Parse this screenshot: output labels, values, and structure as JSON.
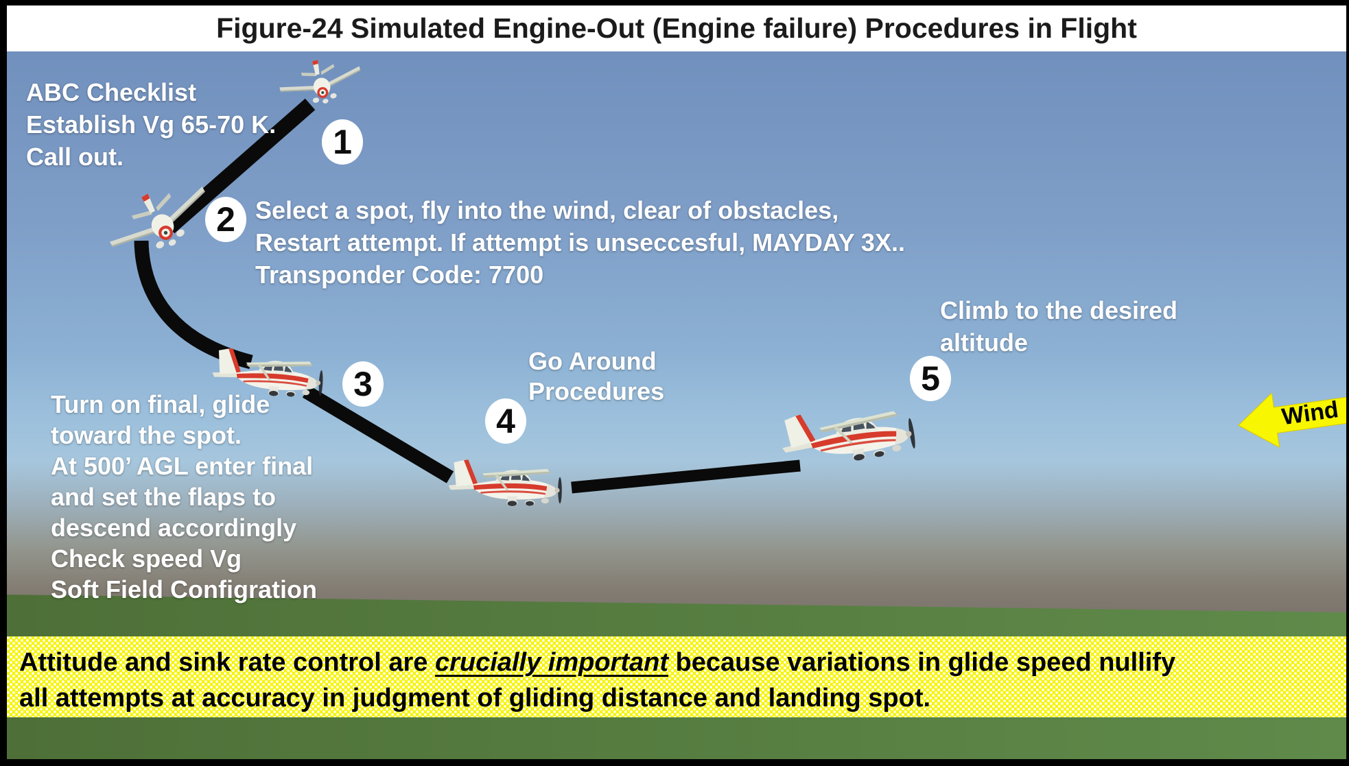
{
  "title": "Figure-24 Simulated Engine-Out (Engine failure) Procedures in Flight",
  "steps": [
    {
      "number": "1",
      "text": "ABC Checklist\nEstablish Vg 65-70 K.\nCall out."
    },
    {
      "number": "2",
      "text": "Select a spot, fly into the wind, clear of obstacles,\nRestart attempt. If attempt is unseccesful,  MAYDAY 3X..\nTransponder Code: 7700"
    },
    {
      "number": "3",
      "text": "Turn on final,  glide\ntoward the spot.\nAt 500’ AGL enter final\nand set the flaps to\ndescend accordingly\nCheck speed Vg\nSoft Field Configration"
    },
    {
      "number": "4",
      "text": "Go Around\nProcedures"
    },
    {
      "number": "5",
      "text": "Climb to the desired\naltitude"
    }
  ],
  "wind": {
    "label": "Wind"
  },
  "footer": {
    "line1_pre": "Attitude and sink rate control are ",
    "line1_emphasis": "crucially important",
    "line1_post": " because variations in glide speed nullify",
    "line2": "all attempts at accuracy in judgment of gliding distance and landing spot."
  },
  "colors": {
    "sky_top": "#7190bd",
    "sky_light": "#a6c6dd",
    "haze_gray": "#7d766e",
    "grass_left": "#4e7038",
    "grass_right": "#5f8a4a",
    "flight_path": "#0a0a0a",
    "banner_yellow": "#f6f400",
    "wind_arrow_yellow": "#f8f600",
    "plane_stripe_red": "#d63b2c",
    "marker_bg": "#ffffff"
  }
}
